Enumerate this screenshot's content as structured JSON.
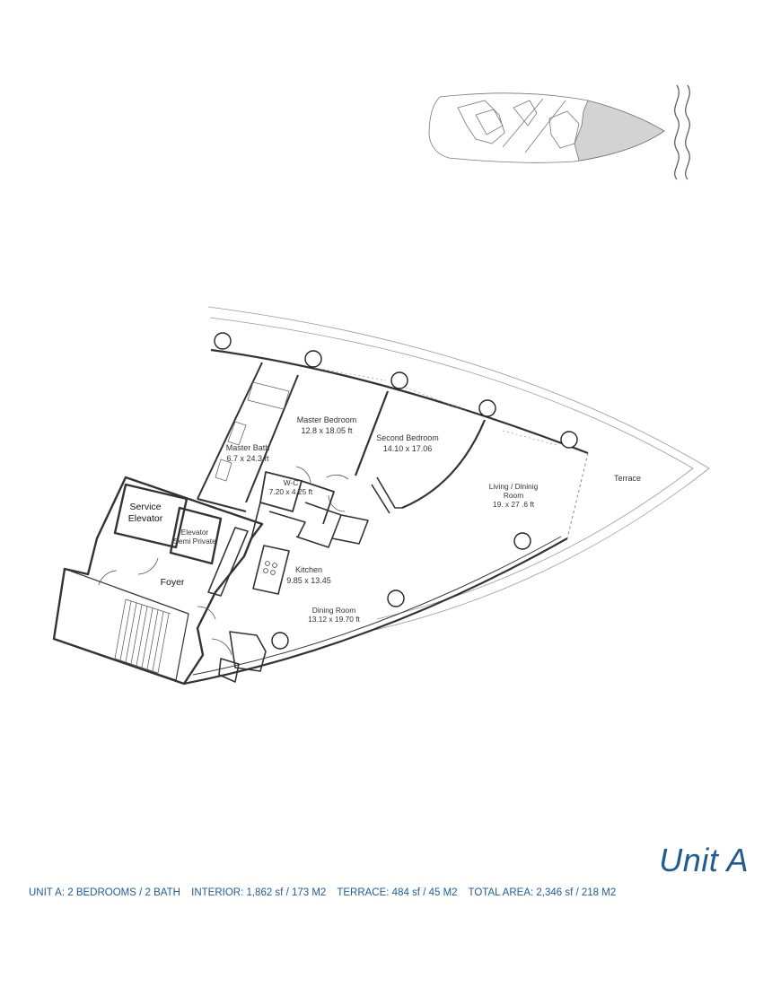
{
  "unit_title": "Unit A",
  "summary": {
    "unit": "UNIT A: 2 BEDROOMS / 2 BATH",
    "interior": "INTERIOR: 1,862 sf / 173 M2",
    "terrace": "TERRACE: 484 sf / 45 M2",
    "total": "TOTAL AREA: 2,346 sf / 218 M2"
  },
  "rooms": {
    "master_bedroom": {
      "name": "Master Bedroom",
      "size": "12.8 x 18.05 ft"
    },
    "second_bedroom": {
      "name": "Second Bedroom",
      "size": "14.10 x 17.06"
    },
    "master_bath": {
      "name": "Master Bath",
      "size": "6.7 x 24.3 ft"
    },
    "wc": {
      "name": "W-C",
      "size": "7.20 x 4.25 ft"
    },
    "living": {
      "name_line1": "Living / Dininig",
      "name_line2": "Room",
      "size": "19. x 27 .6 ft"
    },
    "terrace": {
      "name": "Terrace"
    },
    "kitchen": {
      "name": "Kitchen",
      "size": "9.85 x 13.45"
    },
    "dining": {
      "name": "Dining Room",
      "size": "13.12 x 19.70 ft"
    },
    "foyer": {
      "name": "Foyer"
    },
    "service_elevator": {
      "line1": "Service",
      "line2": "Elevator"
    },
    "private_elevator": {
      "line1": "Elevator",
      "line2": "Semi Private"
    }
  },
  "colors": {
    "accent": "#1f5c93",
    "highlight": "#d3d3d3",
    "line": "#333333"
  }
}
